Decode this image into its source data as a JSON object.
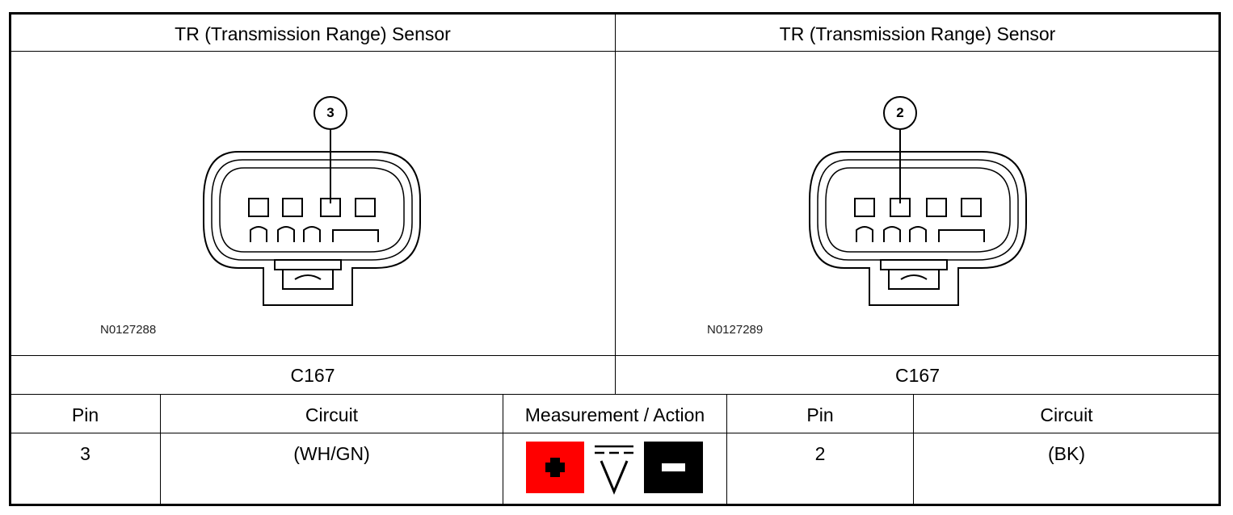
{
  "left": {
    "title": "TR (Transmission Range) Sensor",
    "callout": "3",
    "figure_code": "N0127288",
    "connector": "C167"
  },
  "right": {
    "title": "TR (Transmission Range) Sensor",
    "callout": "2",
    "figure_code": "N0127289",
    "connector": "C167"
  },
  "table": {
    "headers": [
      "Pin",
      "Circuit",
      "Measurement / Action",
      "Pin",
      "Circuit"
    ],
    "row": {
      "pin_a": "3",
      "circuit_a": "(WH/GN)",
      "pin_b": "2",
      "circuit_b": "(BK)"
    }
  },
  "measurement": {
    "icons": [
      "plus-probe-icon",
      "dc-voltmeter-icon",
      "minus-probe-icon"
    ],
    "plus_color": "#ff0000",
    "minus_color": "#000000"
  }
}
